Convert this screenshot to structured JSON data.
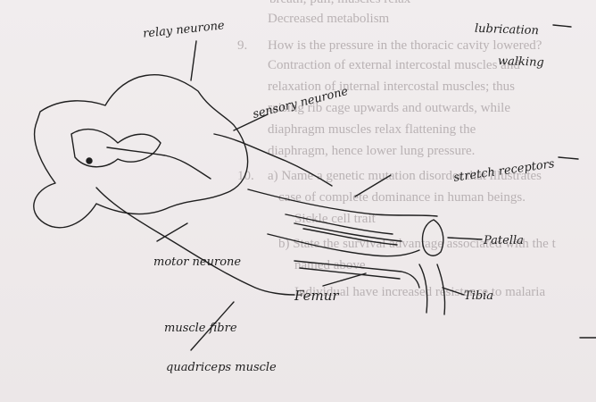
{
  "printed": {
    "line_a": "breath; pull, muscles relax",
    "line_b": "Decreased metabolism",
    "q9_number": "9.",
    "q9_question": "How is the pressure in the thoracic cavity lowered?",
    "q9_answer_1": "Contraction of external intercostal muscles and",
    "q9_answer_2": "relaxation of internal intercostal muscles; thus",
    "q9_answer_3": "raising rib cage upwards and outwards, while",
    "q9_answer_4": "diaphragm muscles relax flattening the",
    "q9_answer_5": "diaphragm, hence lower lung pressure.",
    "q10_number": "10.",
    "q10_a_1": "a) Name a genetic mutation disorder that illustrates",
    "q10_a_2": "case of complete dominance in human beings.",
    "q10_a_3": "Sickle cell trait",
    "q10_b_1": "b) State the survival advantage associated with the t",
    "q10_b_2": "named above",
    "q10_b_3": "Individual have increased resistance to malaria"
  },
  "handwriting": {
    "relay_neurone": "relay neurone",
    "sensory_neurone": "sensory neurone",
    "stretch_receptors": "stretch receptors",
    "motor_neurone": "motor neurone",
    "muscle_fibre": "muscle fibre",
    "patella": "Patella",
    "femur": "Femur",
    "tibia": "Tibia",
    "quadriceps_muscle": "quadriceps muscle",
    "lubrication": "lubrication",
    "walking": "walking"
  }
}
